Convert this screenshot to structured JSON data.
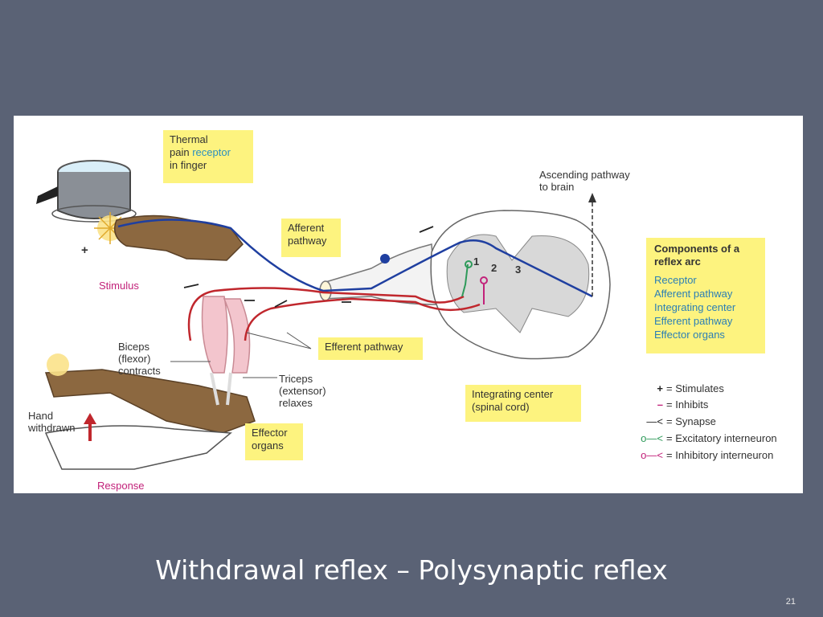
{
  "slide": {
    "title": "Withdrawal reflex – Polysynaptic reflex",
    "number": "21"
  },
  "figure": {
    "receptor_box": {
      "line1": "Thermal",
      "line2_a": "pain ",
      "line2_b": "receptor",
      "line3": "in finger"
    },
    "afferent_box": "Afferent\npathway",
    "efferent_box": "Efferent pathway",
    "integrating_box": "Integrating center\n(spinal cord)",
    "effector_box": "Effector\norgans",
    "ascending": "Ascending  pathway\nto brain",
    "stimulus": "Stimulus",
    "stimulus_plus": "+",
    "biceps": "Biceps\n(flexor)\ncontracts",
    "triceps": "Triceps\n(extensor)\nrelaxes",
    "hand_withdrawn": "Hand\nwithdrawn",
    "response": "Response",
    "neuron_numbers": [
      "1",
      "2",
      "3"
    ],
    "components": {
      "title": "Components of a\nreflex arc",
      "items": [
        "Receptor",
        "Afferent pathway",
        "Integrating center",
        "Efferent pathway",
        "Effector organs"
      ]
    },
    "legend": [
      {
        "symbol": "+",
        "text": "= Stimulates",
        "color": "#222222"
      },
      {
        "symbol": "–",
        "text": "= Inhibits",
        "color": "#c2227a"
      },
      {
        "symbol": "—<",
        "text": "= Synapse",
        "color": "#222222"
      },
      {
        "symbol": "o—<",
        "text": "= Excitatory interneuron",
        "color": "#2e9a5a"
      },
      {
        "symbol": "o—<",
        "text": "= Inhibitory interneuron",
        "color": "#c2227a"
      }
    ],
    "colors": {
      "afferent": "#1f3fa0",
      "efferent": "#c0272d",
      "excitatory": "#2e9a5a",
      "inhibitory": "#c2227a",
      "box": "#fdf37f",
      "muscle": "#f3c5cd",
      "skin": "#8c6840"
    }
  }
}
